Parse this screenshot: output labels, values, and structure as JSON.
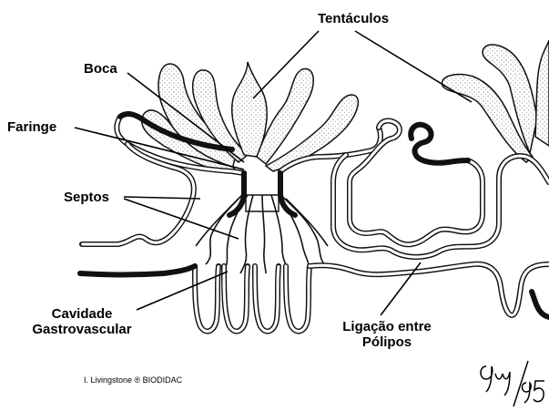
{
  "labels": {
    "tentaculos": "Tentáculos",
    "boca": "Boca",
    "faringe": "Faringe",
    "septos": "Septos",
    "cavidade_line1": "Cavidade",
    "cavidade_line2": "Gastrovascular",
    "ligacao_line1": "Ligação entre",
    "ligacao_line2": "Pólipos"
  },
  "credit": "I. Livingstone  ® BIODIDAC",
  "signature": "9w/95"
}
